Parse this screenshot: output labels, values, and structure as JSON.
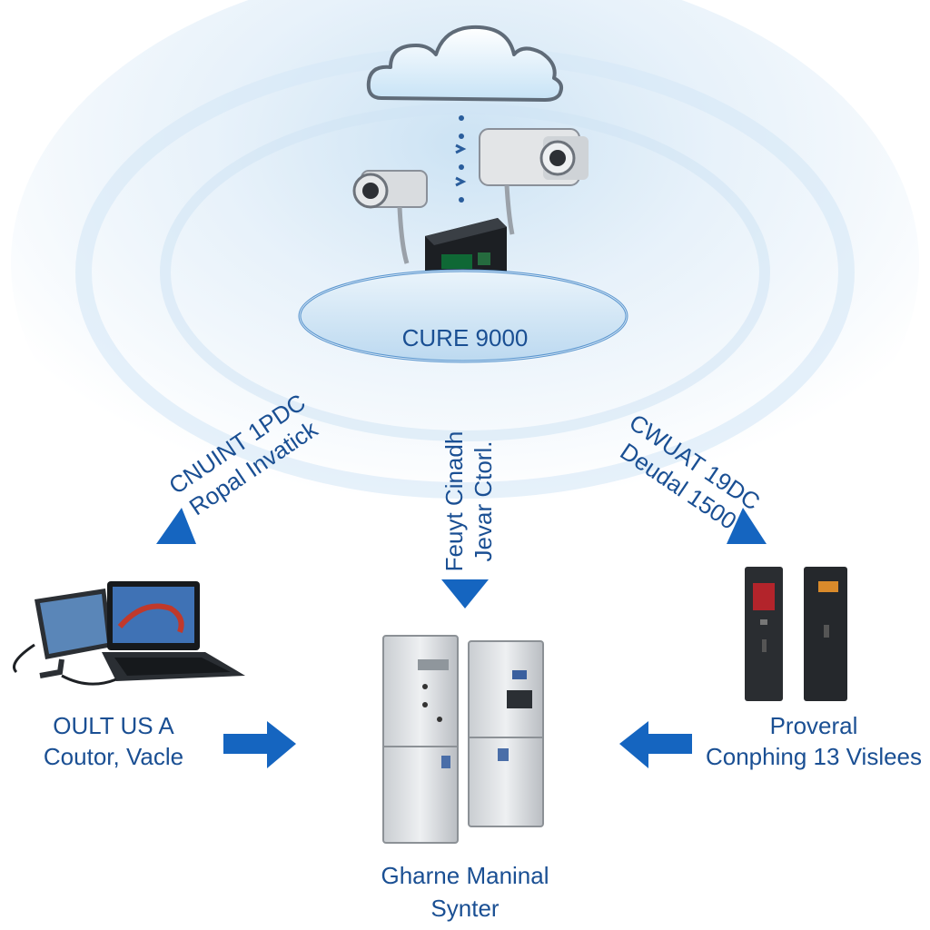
{
  "hub": {
    "label": "CURE 9000"
  },
  "branch_left": {
    "line1": "CNUINT 1PDC",
    "line2": "Ropal Invatick"
  },
  "branch_center": {
    "line1": "Feuyt Cinadh",
    "line2": "Jevar Ctorl."
  },
  "branch_right": {
    "line1": "CWUAT 19DC",
    "line2": "Deudal 1500"
  },
  "node_left": {
    "line1": "OULT US A",
    "line2": "Coutor, Vacle"
  },
  "node_right": {
    "line1": "Proveral",
    "line2": "Conphing 13 Vislees"
  },
  "node_center": {
    "line1": "Gharne Maninal",
    "line2": "Synter"
  },
  "link_dots": "· · < ) < ( ·",
  "colors": {
    "label": "#1a4f93",
    "arrow": "#1565c0",
    "halo": "#dcebf7"
  },
  "icons": [
    "cloud-icon",
    "cctv-camera-icon",
    "control-box-icon",
    "monitor-icon",
    "laptop-icon",
    "cabinet-icon",
    "terminal-icon",
    "arrow-down-icon",
    "arrow-right-icon",
    "arrow-left-icon"
  ]
}
